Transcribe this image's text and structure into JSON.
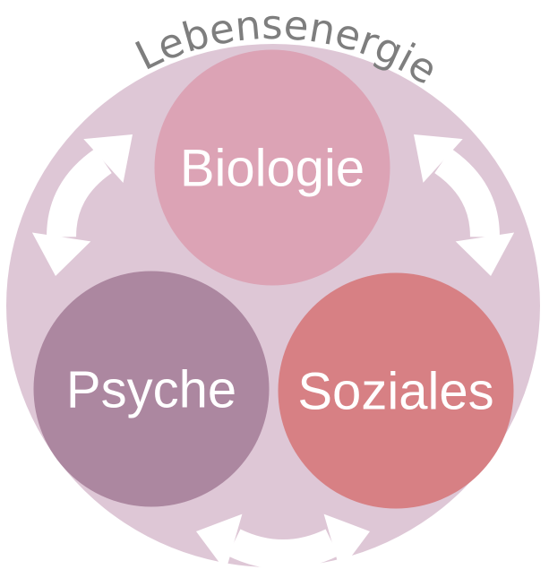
{
  "title": {
    "text": "Lebensenergie",
    "color": "#7e7e7e"
  },
  "outer_circle": {
    "name": "life-energy-field",
    "color": "#dec7d6"
  },
  "circles": [
    {
      "id": "biologie",
      "label": "Biologie",
      "color": "#dca3b5"
    },
    {
      "id": "psyche",
      "label": "Psyche",
      "color": "#ac87a0"
    },
    {
      "id": "soziales",
      "label": "Soziales",
      "color": "#d78084"
    }
  ],
  "label_color": "#ffffff",
  "arrows": {
    "color": "#ffffff",
    "left": "double-arrow-psyche-biologie",
    "right": "double-arrow-biologie-soziales",
    "bottom": "double-arrow-psyche-soziales"
  }
}
